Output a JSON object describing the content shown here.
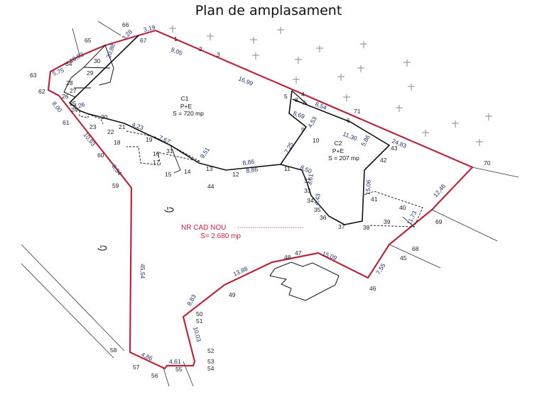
{
  "title": "Plan de amplasament",
  "buildings": {
    "c1": {
      "name": "C1",
      "floors": "P+E",
      "area": "S = 720 mp"
    },
    "c2": {
      "name": "C2",
      "floors": "P+E",
      "area": "S = 207 mp"
    }
  },
  "parcel": {
    "label": "NR CAD NOU",
    "area": "S= 2.680 mp"
  },
  "point_labels": [
    "1",
    "2",
    "3",
    "4",
    "5",
    "6",
    "7",
    "8",
    "9",
    "10",
    "11",
    "12",
    "13",
    "14",
    "15",
    "16",
    "17",
    "18",
    "19",
    "20",
    "21",
    "22",
    "23",
    "24",
    "25",
    "26",
    "27",
    "28",
    "29",
    "30",
    "31",
    "32",
    "33",
    "34",
    "35",
    "36",
    "37",
    "38",
    "39",
    "40",
    "41",
    "42",
    "43",
    "44",
    "45",
    "46",
    "47",
    "48",
    "49",
    "50",
    "51",
    "52",
    "53",
    "54",
    "55",
    "56",
    "57",
    "58",
    "59",
    "60",
    "61",
    "62",
    "63",
    "64",
    "65",
    "66",
    "67",
    "68",
    "69",
    "70",
    "71"
  ],
  "segment_lengths": [
    "3,19",
    "3,28",
    "9,05",
    "16,99",
    "8,54",
    "24,83",
    "12,46",
    "7,55",
    "15,09",
    "13,88",
    "8,83",
    "10,03",
    "4,61",
    "4,86",
    "45,54",
    "8,54",
    "10,93",
    "8,00",
    "5,75",
    "10,92",
    "20,88",
    "9,26",
    "4,23",
    "7,67",
    "9,51",
    "8,86",
    "8,86",
    "7,25",
    "4,53",
    "8,69",
    "11,30",
    "5,86",
    "8,50",
    "3,61",
    "4,43",
    "15,06",
    "11,73"
  ],
  "colors": {
    "boundary": "#b5283f",
    "lines": "#111111",
    "dimensions": "#1f2f6b",
    "trees": "#8a8a8a"
  }
}
